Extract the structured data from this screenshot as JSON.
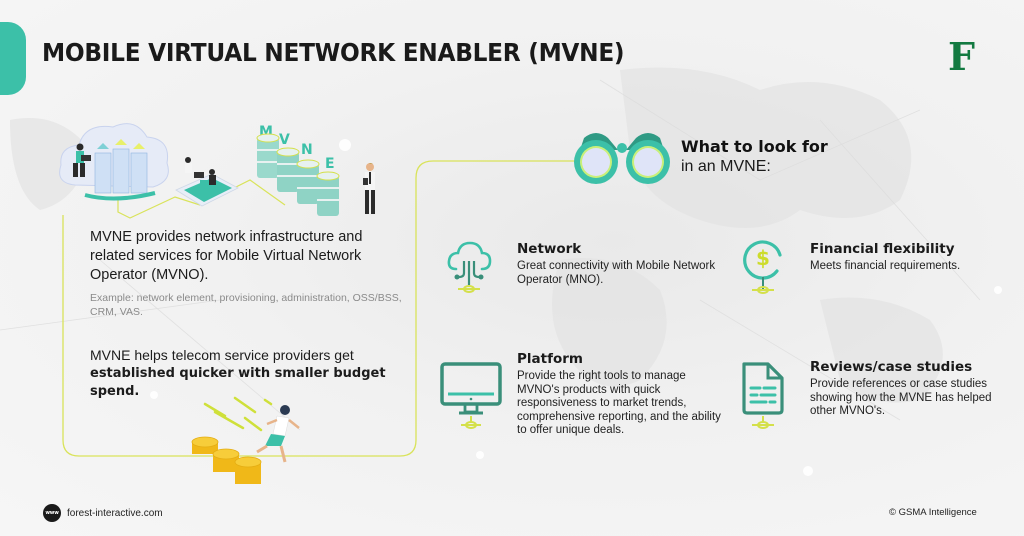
{
  "header": {
    "title": "MOBILE VIRTUAL NETWORK ENABLER (MVNE)",
    "logo_letter": "F",
    "accent_color": "#3cc0a8",
    "logo_color": "#137a41"
  },
  "illustration": {
    "letters": [
      "M",
      "V",
      "N",
      "E"
    ],
    "connector_color": "#d9e35a"
  },
  "intro": {
    "description": "MVNE provides network infrastructure and related services for Mobile Virtual Network Operator (MVNO).",
    "example": "Example: network element, provisioning, administration, OSS/BSS, CRM, VAS.",
    "helps_prefix": "MVNE helps telecom service providers get",
    "helps_bold": "established quicker with smaller budget spend."
  },
  "look_for": {
    "line1": "What to look for",
    "line2": "in an MVNE:"
  },
  "features": [
    {
      "icon": "cloud-network-icon",
      "title": "Network",
      "description": "Great connectivity with Mobile Network Operator (MNO)."
    },
    {
      "icon": "dollar-circle-icon",
      "title": "Financial flexibility",
      "description": "Meets financial requirements."
    },
    {
      "icon": "monitor-icon",
      "title": "Platform",
      "description": "Provide the right tools to manage MVNO's products with quick responsiveness to market trends, comprehensive reporting, and the ability to offer unique deals."
    },
    {
      "icon": "document-icon",
      "title": "Reviews/case studies",
      "description": "Provide references or case studies showing how the MVNE has helped other MVNO's."
    }
  ],
  "footer": {
    "website_icon_label": "www",
    "website": "forest-interactive.com",
    "credit": "© GSMA Intelligence"
  },
  "colors": {
    "teal": "#3aa48c",
    "teal_light": "#3cc0a8",
    "lime": "#d4e04a",
    "text": "#1a1a1a",
    "muted": "#8a8a8a"
  }
}
